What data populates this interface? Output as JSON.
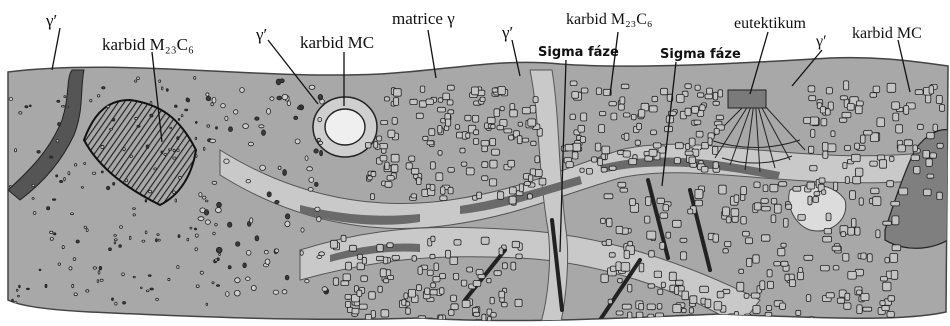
{
  "labels": {
    "gamma_prime_1": "γ′",
    "carbide_m23c6_left": "karbid M₂₃C₆",
    "gamma_prime_2": "γ′",
    "carbide_mc_left": "karbid MC",
    "matrix_gamma": "matrice γ",
    "gamma_prime_3": "γ′",
    "sigma_phase_1": "Sigma fáze",
    "carbide_m23c6_right": "karbid M₂₃C₆",
    "sigma_phase_2": "Sigma fáze",
    "eutectic": "eutektikum",
    "gamma_prime_4": "γ′",
    "carbide_mc_right": "karbid MC"
  },
  "colors": {
    "specimen_fill": "#a8a8a8",
    "matrix_channel": "#c9c9c9",
    "dark_phase": "#6a6a6a",
    "ink": "#111111"
  }
}
